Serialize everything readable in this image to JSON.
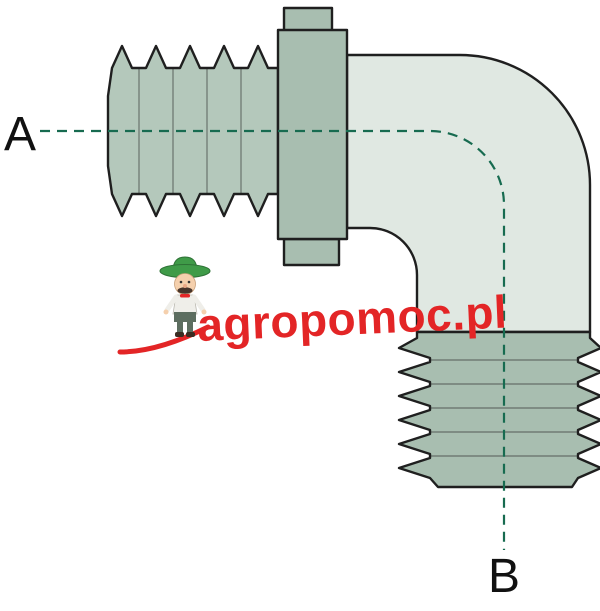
{
  "labels": {
    "port_a": "A",
    "port_b": "B"
  },
  "watermark": {
    "text": "agropomoc.pl"
  },
  "icons": {
    "farmer_mascot": "farmer-mascot-icon"
  },
  "colors": {
    "background": "#ffffff",
    "outline": "#1f1f1f",
    "thread_fill": "#b4c8bb",
    "thread_fill_dark": "#a8beb0",
    "collar_fill": "#a8beb0",
    "body_fill": "#e0e8e2",
    "centerline": "#176b50",
    "label_text": "#111111",
    "brand_red": "#e32526",
    "hat_green": "#3f9b48",
    "skin": "#f5d0ad",
    "mustache": "#46332a",
    "shirt": "#efeee9",
    "pants": "#5d6e60",
    "boots": "#3a2c22"
  }
}
